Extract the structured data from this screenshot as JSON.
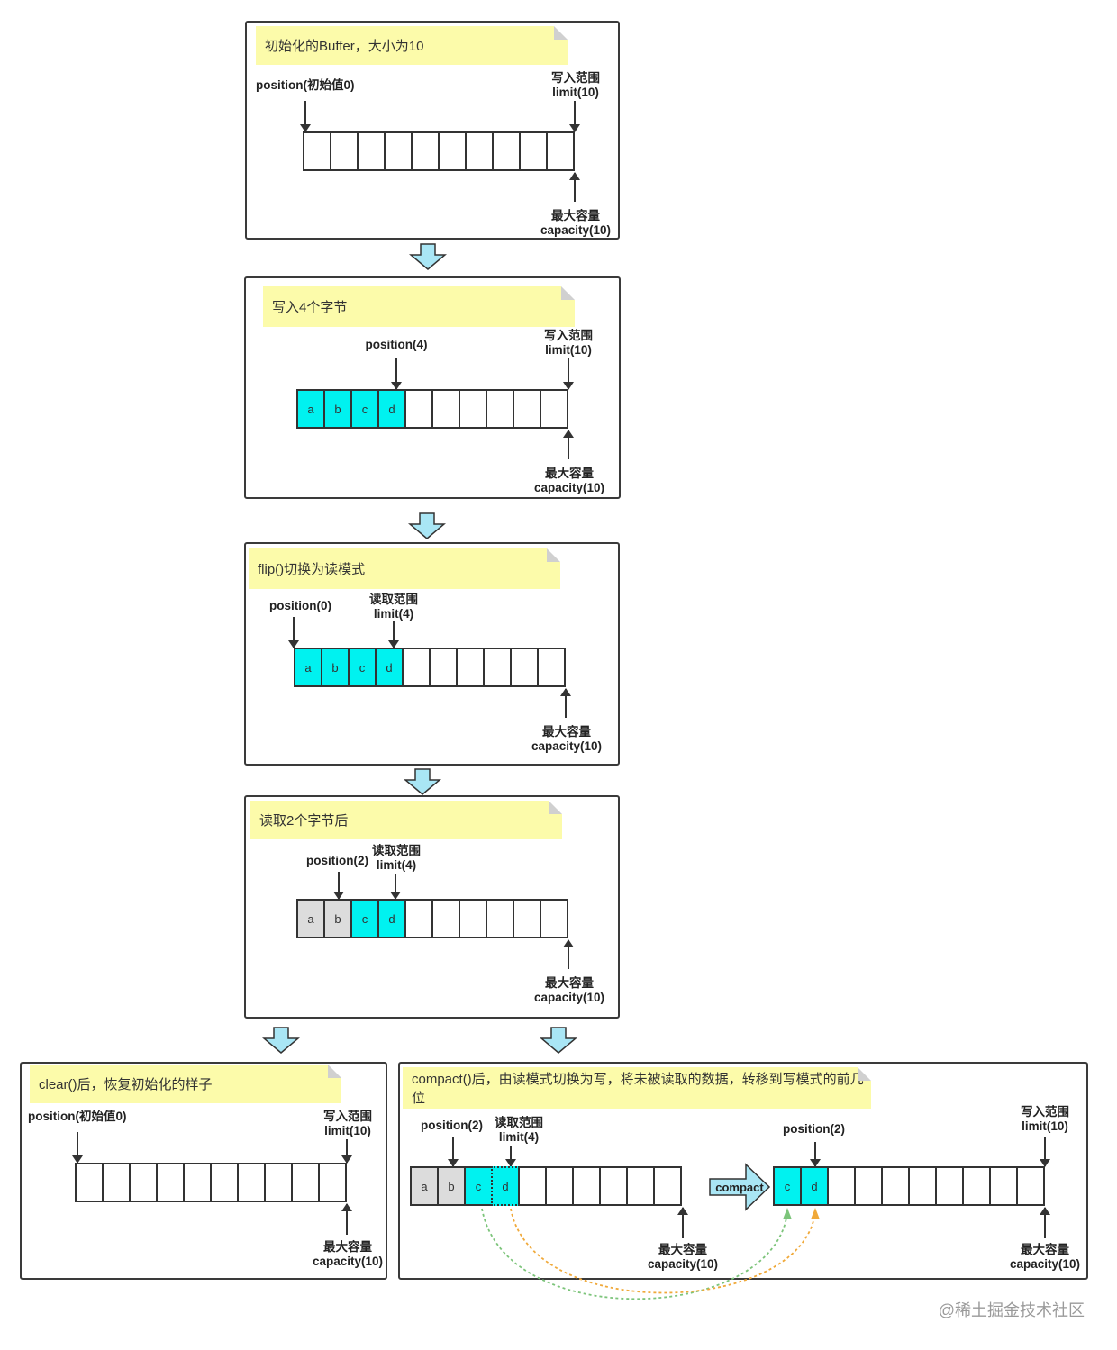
{
  "panels": {
    "p1": {
      "title": "初始化的Buffer，大小为10",
      "position_label": "position(初始值0)",
      "limit_label_1": "写入范围",
      "limit_label_2": "limit(10)",
      "capacity_label_1": "最大容量",
      "capacity_label_2": "capacity(10)"
    },
    "p2": {
      "title": "写入4个字节",
      "position_label": "position(4)",
      "limit_label_1": "写入范围",
      "limit_label_2": "limit(10)",
      "capacity_label_1": "最大容量",
      "capacity_label_2": "capacity(10)",
      "cells": [
        "a",
        "b",
        "c",
        "d",
        "",
        "",
        "",
        "",
        "",
        ""
      ]
    },
    "p3": {
      "title": "flip()切换为读模式",
      "position_label": "position(0)",
      "limit_label_1": "读取范围",
      "limit_label_2": "limit(4)",
      "capacity_label_1": "最大容量",
      "capacity_label_2": "capacity(10)",
      "cells": [
        "a",
        "b",
        "c",
        "d",
        "",
        "",
        "",
        "",
        "",
        ""
      ]
    },
    "p4": {
      "title": "读取2个字节后",
      "position_label": "position(2)",
      "limit_label_1": "读取范围",
      "limit_label_2": "limit(4)",
      "capacity_label_1": "最大容量",
      "capacity_label_2": "capacity(10)",
      "cells": [
        "a",
        "b",
        "c",
        "d",
        "",
        "",
        "",
        "",
        "",
        ""
      ]
    },
    "p5": {
      "title": "clear()后，恢复初始化的样子",
      "position_label": "position(初始值0)",
      "limit_label_1": "写入范围",
      "limit_label_2": "limit(10)",
      "capacity_label_1": "最大容量",
      "capacity_label_2": "capacity(10)"
    },
    "p6": {
      "title": "compact()后，由读模式切换为写，将未被读取的数据，转移到写模式的前几位",
      "before_position_label": "position(2)",
      "before_limit_label_1": "读取范围",
      "before_limit_label_2": "limit(4)",
      "before_capacity_label_1": "最大容量",
      "before_capacity_label_2": "capacity(10)",
      "before_cells": [
        "a",
        "b",
        "c",
        "d",
        "",
        "",
        "",
        "",
        "",
        ""
      ],
      "compact_label": "compact",
      "after_position_label": "position(2)",
      "after_limit_label_1": "写入范围",
      "after_limit_label_2": "limit(10)",
      "after_capacity_label_1": "最大容量",
      "after_capacity_label_2": "capacity(10)",
      "after_cells": [
        "c",
        "d",
        "",
        "",
        "",
        "",
        "",
        "",
        "",
        ""
      ]
    }
  },
  "colors": {
    "filled": "#00f2f0",
    "read": "#dcdcdc",
    "note": "#fcfbaa",
    "flow_arrow": "#a9e6f5",
    "move_c": "#7cc47a",
    "move_d": "#f0a93a"
  },
  "watermark": "@稀土掘金技术社区"
}
